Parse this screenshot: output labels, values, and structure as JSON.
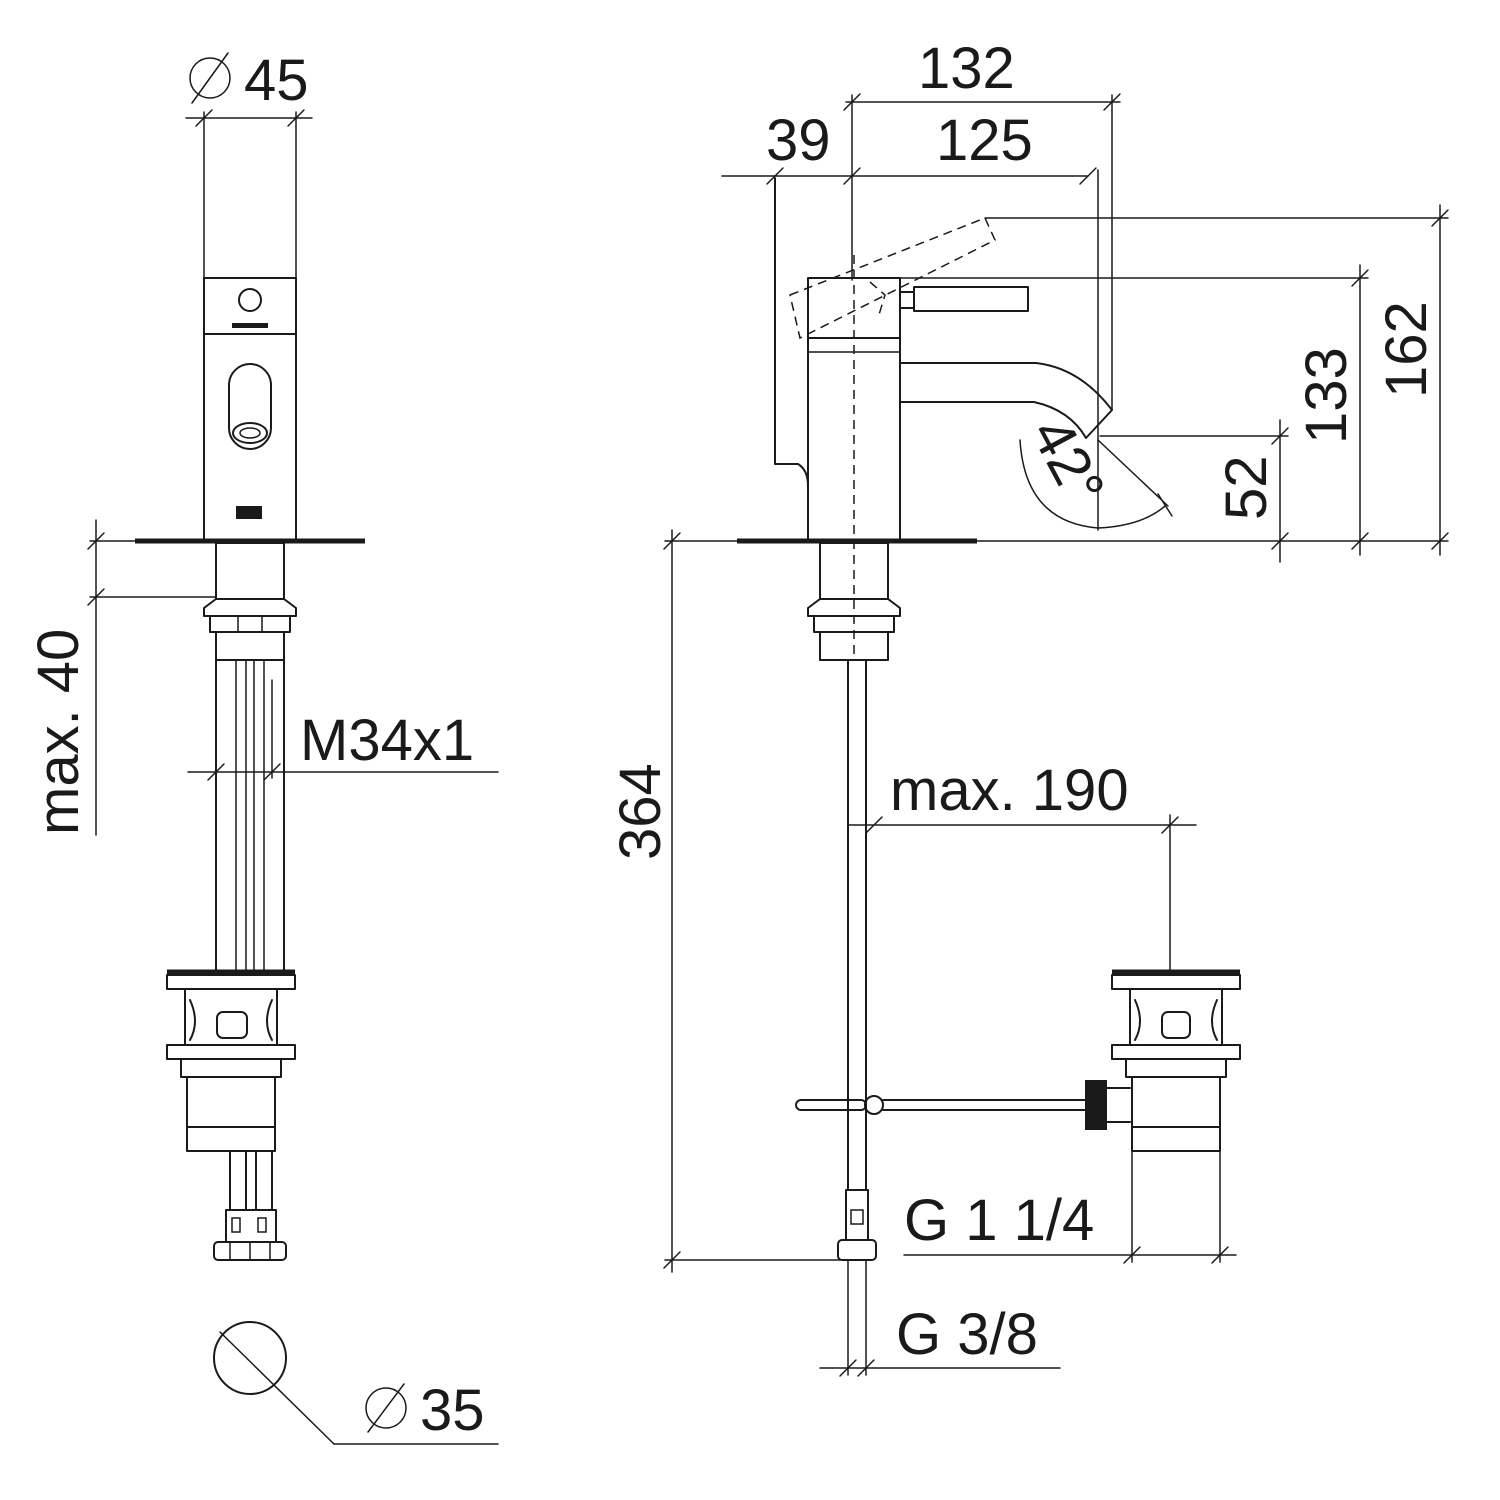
{
  "dimensions": {
    "dia_45": "45",
    "max_40": "max. 40",
    "m34x1": "M34x1",
    "dia_35": "35",
    "d132": "132",
    "d39": "39",
    "d125": "125",
    "d162": "162",
    "d133": "133",
    "d52": "52",
    "angle_42": "42°",
    "d364": "364",
    "max_190": "max. 190",
    "g114": "G 1 1/4",
    "g38": "G 3/8"
  },
  "colors": {
    "ink": "#1a1a1a",
    "paper": "#ffffff"
  }
}
